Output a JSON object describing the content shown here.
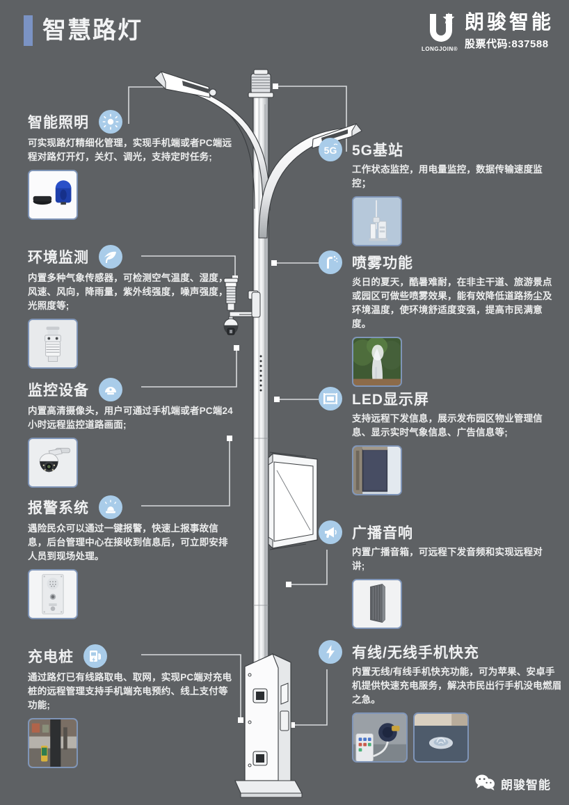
{
  "header": {
    "title": "智慧路灯",
    "accent_color": "#7b93c4",
    "logo": {
      "mark_icon": "longjoin-u-star-logo",
      "wordmark": "LONGJOIN®",
      "company_cn": "朗骏智能",
      "stock_code": "股票代码:837588"
    }
  },
  "background_color": "#5e6164",
  "icon_circle_color": "#a9cce9",
  "features_left": [
    {
      "id": "smart-lighting",
      "icon": "sun-icon",
      "title": "智能照明",
      "desc": "可实现路灯精细化管理，实现手机端或者PC端远程对路灯开灯，关灯、调光，支持定时任务;",
      "thumbs": [
        "blue-beacon-light-photo"
      ]
    },
    {
      "id": "environment-monitoring",
      "icon": "wind-leaf-icon",
      "title": "环境监测",
      "desc": "内置多种气象传感器，可检测空气温度、湿度，风速、风向，降雨量，紫外线强度，噪声强度，光照度等;",
      "thumbs": [
        "weather-sensor-photo"
      ]
    },
    {
      "id": "surveillance-equipment",
      "icon": "camera-icon",
      "title": "监控设备",
      "desc": "内置高清摄像头，用户可通过手机端或者PC端24小时远程监控道路画面;",
      "thumbs": [
        "ptz-dome-camera-photo"
      ]
    },
    {
      "id": "alarm-system",
      "icon": "alarm-beacon-icon",
      "title": "报警系统",
      "desc": "遇险民众可以通过一键报警，快速上报事故信息，后台管理中心在接收到信息后，可立即安排人员到现场处理。",
      "thumbs": [
        "emergency-call-panel-photo"
      ]
    },
    {
      "id": "charging-pile",
      "icon": "charging-station-icon",
      "title": "充电桩",
      "desc": "通过路灯已有线路取电、取网，实现PC端对充电桩的远程管理支持手机端充电预约、线上支付等功能;",
      "thumbs": [
        "street-charging-pile-photo"
      ]
    }
  ],
  "features_right": [
    {
      "id": "5g-base-station",
      "icon": "5g-icon",
      "icon_text": "5G",
      "title": "5G基站",
      "desc": "工作状态监控，用电量监控，数据传输速度监控；",
      "thumbs": [
        "5g-antenna-tower-photo"
      ]
    },
    {
      "id": "spray-function",
      "icon": "spray-nozzle-icon",
      "title": "喷雾功能",
      "desc": "炎日的夏天，酷暑难耐，在非主干道、旅游景点或园区可做些喷雾效果，能有效降低道路扬尘及环境温度，使环境舒适度变强，提高市民满意度。",
      "thumbs": [
        "mist-spray-tree-photo"
      ]
    },
    {
      "id": "led-display",
      "icon": "display-screen-icon",
      "title": "LED显示屏",
      "desc": "支持远程下发信息，展示发布园区物业管理信息、显示实时气象信息、广告信息等;",
      "thumbs": [
        "led-screen-pole-photo"
      ]
    },
    {
      "id": "broadcast-audio",
      "icon": "megaphone-icon",
      "title": "广播音响",
      "desc": "内置广播音箱，可远程下发音频和实现远程对讲;",
      "thumbs": [
        "column-speaker-photo"
      ]
    },
    {
      "id": "fast-phone-charging",
      "icon": "lightning-bolt-icon",
      "title": "有线/无线手机快充",
      "desc": "内置无线/有线手机快充功能，可为苹果、安卓手机提供快速充电服务，解决市民出行手机没电燃眉之急。",
      "thumbs": [
        "phone-wired-charging-photo",
        "wireless-charging-pad-photo"
      ]
    }
  ],
  "illustration": {
    "name": "smart-street-light-pole-diagram",
    "parts": [
      "lamp-arm-left",
      "lamp-arm-right",
      "5g-antenna",
      "weather-sensor",
      "ptz-camera",
      "led-display-panel",
      "speaker",
      "base-cabinet"
    ]
  },
  "footer": {
    "icon": "wechat-icon",
    "text": "朗骏智能"
  }
}
